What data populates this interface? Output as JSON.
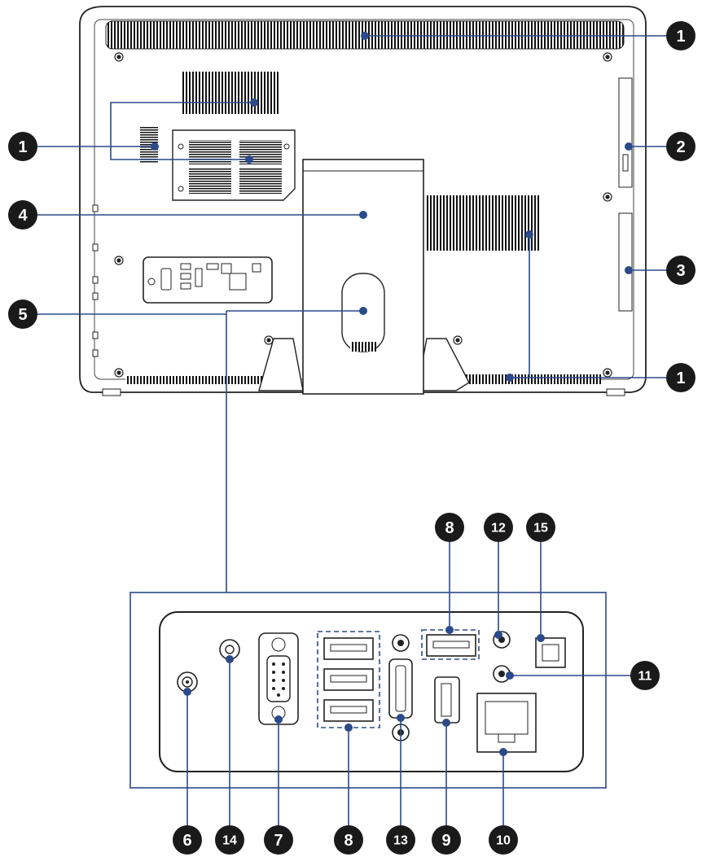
{
  "callouts": {
    "top_vent": "1",
    "left_vent": "1",
    "optical_drive": "2",
    "card_reader": "3",
    "stand": "4",
    "io_panel": "5",
    "bottom_vent": "1",
    "usb_top_right": "8",
    "optical_out": "12",
    "line_out": "15",
    "lan_audio": "11",
    "power_jack": "6",
    "antenna_jack": "14",
    "vga_port": "7",
    "usb_stack": "8",
    "hdmi_port": "13",
    "esata_port": "9",
    "rj45_port": "10"
  },
  "colors": {
    "badge_fill": "#1a1a1a",
    "badge_text": "#ffffff",
    "outline": "#222222",
    "leader_line": "#2a4a8a",
    "panel_fill": "#ffffff",
    "vent": "#111111"
  }
}
